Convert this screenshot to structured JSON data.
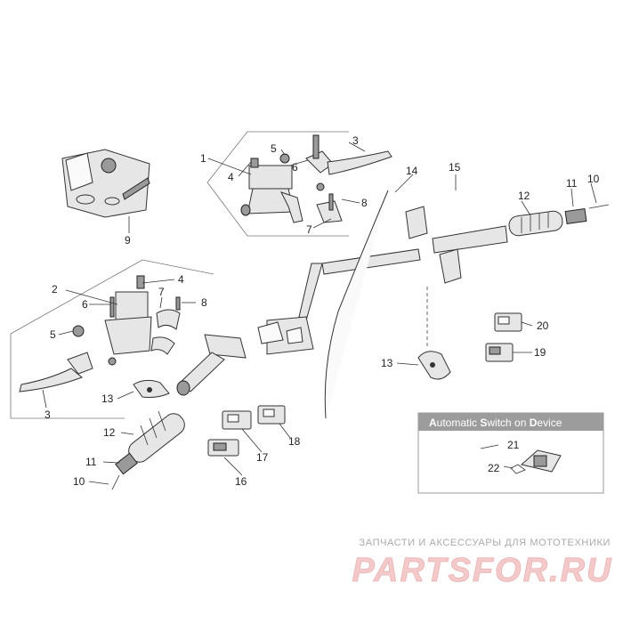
{
  "diagram": {
    "callouts": {
      "c1": "1",
      "c2": "2",
      "c3a": "3",
      "c3b": "3",
      "c4a": "4",
      "c4b": "4",
      "c5a": "5",
      "c5b": "5",
      "c6a": "6",
      "c6b": "6",
      "c7a": "7",
      "c7b": "7",
      "c8a": "8",
      "c8b": "8",
      "c9": "9",
      "c10a": "10",
      "c10b": "10",
      "c11a": "11",
      "c11b": "11",
      "c12a": "12",
      "c12b": "12",
      "c13a": "13",
      "c13b": "13",
      "c14": "14",
      "c15": "15",
      "c16": "16",
      "c17": "17",
      "c18": "18",
      "c19": "19",
      "c20": "20",
      "c21": "21",
      "c22": "22"
    },
    "inset": {
      "title_parts": [
        {
          "cap": "A",
          "rest": "utomatic "
        },
        {
          "cap": "S",
          "rest": "witch on "
        },
        {
          "cap": "D",
          "rest": "evice"
        }
      ]
    },
    "colors": {
      "line": "#333333",
      "inset_band": "#9c9c9c",
      "watermark_text": "#b0a8a8",
      "logo": "#f3c9c9"
    }
  },
  "watermark": {
    "caption": "ЗАПЧАСТИ И АКСЕССУАРЫ ДЛЯ МОТОТЕХНИКИ",
    "logo_text": "PARTSFOR.RU"
  }
}
